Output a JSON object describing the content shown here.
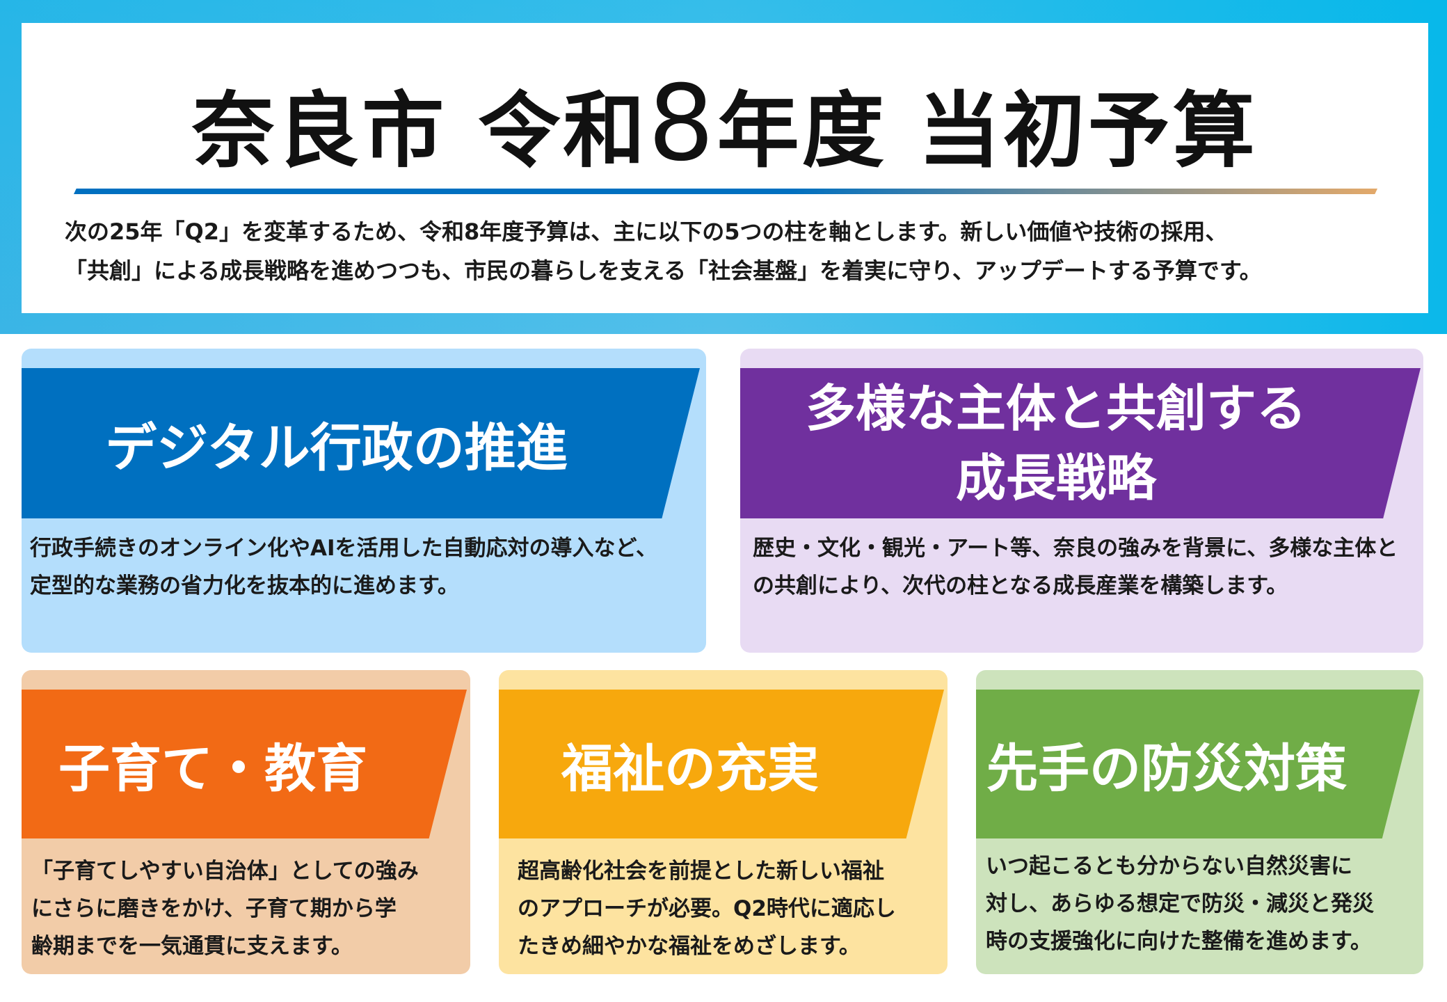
{
  "header": {
    "title_prefix": "奈良市 令和",
    "title_number": "8",
    "title_suffix": "年度 当初予算",
    "intro_lines": [
      "次の25年「Q2」を変革するため、令和8年度予算は、主に以下の5つの柱を軸とします。新しい価値や技術の採用、",
      "「共創」による成長戦略を進めつつも、市民の暮らしを支える「社会基盤」を着実に守り、アップデートする予算です。"
    ]
  },
  "colors": {
    "header_band": "#3ab5e6",
    "rule_start": "#0070c0",
    "rule_end": "#e3a96a",
    "digital": "#0070c0",
    "digital_bg": "#b4defc",
    "growth": "#70309e",
    "growth_bg": "#e8dbf3",
    "children": "#f26a15",
    "children_bg": "#f2cca8",
    "welfare": "#f7a80d",
    "welfare_bg": "#fde3a0",
    "disaster": "#70ad47",
    "disaster_bg": "#cde3bc"
  },
  "pillars": [
    {
      "title_lines": [
        "デジタル行政の推進"
      ],
      "desc_lines": [
        "行政手続きのオンライン化やAIを活用した自動応対の導入など、",
        "定型的な業務の省力化を抜本的に進めます。"
      ]
    },
    {
      "title_lines": [
        "多様な主体と共創する",
        "成長戦略"
      ],
      "desc_lines": [
        "歴史・文化・観光・アート等、奈良の強みを背景に、多様な主体と",
        "の共創により、次代の柱となる成長産業を構築します。"
      ]
    },
    {
      "title_lines": [
        "子育て・教育"
      ],
      "desc_lines": [
        "「子育てしやすい自治体」としての強み",
        "にさらに磨きをかけ、子育て期から学",
        "齢期までを一気通貫に支えます。"
      ]
    },
    {
      "title_lines": [
        "福祉の充実"
      ],
      "desc_lines": [
        "超高齢化社会を前提とした新しい福祉",
        "のアプローチが必要。Q2時代に適応し",
        "たきめ細やかな福祉をめざします。"
      ]
    },
    {
      "title_lines": [
        "先手の防災対策"
      ],
      "desc_lines": [
        "いつ起こるとも分からない自然災害に",
        "対し、あらゆる想定で防災・減災と発災",
        "時の支援強化に向けた整備を進めます。"
      ]
    }
  ]
}
